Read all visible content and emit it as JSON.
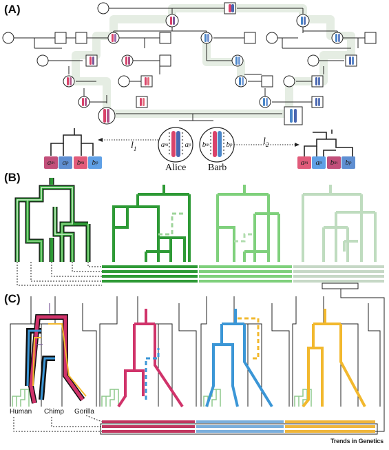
{
  "panels": {
    "a": "(A)",
    "b": "(B)",
    "c": "(C)"
  },
  "individuals": {
    "alice": "Alice",
    "barb": "Barb"
  },
  "tree_labels": {
    "l1": "l",
    "l1_sub": "1",
    "l2": "l",
    "l2_sub": "2"
  },
  "alleles": {
    "am": {
      "base": "a",
      "sub": "m"
    },
    "ap": {
      "base": "a",
      "sub": "p"
    },
    "bm": {
      "base": "b",
      "sub": "m"
    },
    "bp": {
      "base": "b",
      "sub": "p"
    }
  },
  "species": {
    "human": "Human",
    "chimp": "Chimp",
    "gorilla": "Gorilla"
  },
  "credit": "Trends in Genetics",
  "colors": {
    "maternal_red": "#d9436a",
    "paternal_blue": "#4a86c8",
    "purple": "#7a5a9a",
    "green_dark": "#2e9a36",
    "green_mid": "#7fd07c",
    "green_light": "#bfdcbf",
    "pink": "#d0336a",
    "blue": "#3b96d6",
    "yellow": "#f2b82d",
    "halo": "#e7efe6"
  }
}
